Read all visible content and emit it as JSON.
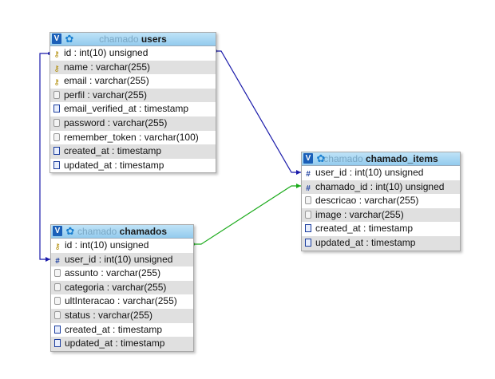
{
  "colors": {
    "link_users": "#1a1aaa",
    "link_chamados": "#1aaa1a",
    "header_gradient_top": "#bfe3f7",
    "header_gradient_bottom": "#93cbee"
  },
  "tables": {
    "users": {
      "db": "chamado",
      "name": "users",
      "toggle": "V",
      "columns": [
        {
          "icon": "primary-key-icon",
          "text": "id : int(10) unsigned"
        },
        {
          "icon": "unique-key-icon",
          "text": "name : varchar(255)"
        },
        {
          "icon": "unique-key-icon",
          "text": "email : varchar(255)"
        },
        {
          "icon": "text-column-icon",
          "text": "perfil : varchar(255)"
        },
        {
          "icon": "datetime-column-icon",
          "text": "email_verified_at : timestamp"
        },
        {
          "icon": "text-column-icon",
          "text": "password : varchar(255)"
        },
        {
          "icon": "text-column-icon",
          "text": "remember_token : varchar(100)"
        },
        {
          "icon": "datetime-column-icon",
          "text": "created_at : timestamp"
        },
        {
          "icon": "datetime-column-icon",
          "text": "updated_at : timestamp"
        }
      ]
    },
    "chamados": {
      "db": "chamado",
      "name": "chamados",
      "toggle": "V",
      "columns": [
        {
          "icon": "primary-key-icon",
          "text": "id : int(10) unsigned"
        },
        {
          "icon": "numeric-column-icon",
          "text": "user_id : int(10) unsigned"
        },
        {
          "icon": "text-column-icon",
          "text": "assunto : varchar(255)"
        },
        {
          "icon": "text-column-icon",
          "text": "categoria : varchar(255)"
        },
        {
          "icon": "text-column-icon",
          "text": "ultInteracao : varchar(255)"
        },
        {
          "icon": "text-column-icon",
          "text": "status : varchar(255)"
        },
        {
          "icon": "datetime-column-icon",
          "text": "created_at : timestamp"
        },
        {
          "icon": "datetime-column-icon",
          "text": "updated_at : timestamp"
        }
      ]
    },
    "chamado_items": {
      "db": "chamado",
      "name": "chamado_items",
      "toggle": "V",
      "columns": [
        {
          "icon": "numeric-column-icon",
          "text": "user_id : int(10) unsigned"
        },
        {
          "icon": "numeric-column-icon",
          "text": "chamado_id : int(10) unsigned"
        },
        {
          "icon": "text-column-icon",
          "text": "descricao : varchar(255)"
        },
        {
          "icon": "text-column-icon",
          "text": "image : varchar(255)"
        },
        {
          "icon": "datetime-column-icon",
          "text": "created_at : timestamp"
        },
        {
          "icon": "datetime-column-icon",
          "text": "updated_at : timestamp"
        }
      ]
    }
  }
}
